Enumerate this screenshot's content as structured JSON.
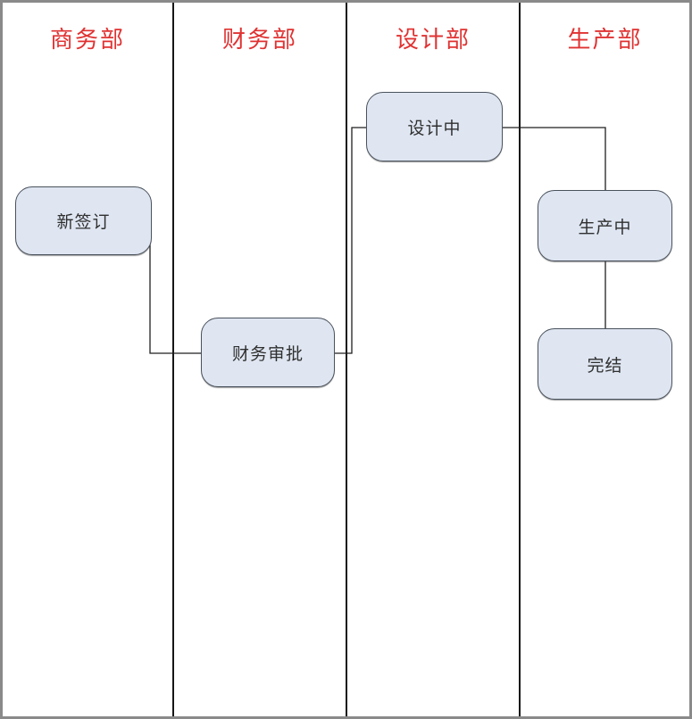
{
  "diagram": {
    "type": "swimlane-flowchart",
    "lanes": [
      {
        "label": "商务部"
      },
      {
        "label": "财务部"
      },
      {
        "label": "设计部"
      },
      {
        "label": "生产部"
      }
    ],
    "nodes": [
      {
        "id": "new-signed",
        "label": "新签订",
        "lane": "商务部"
      },
      {
        "id": "finance-approval",
        "label": "财务审批",
        "lane": "财务部"
      },
      {
        "id": "in-design",
        "label": "设计中",
        "lane": "设计部"
      },
      {
        "id": "in-production",
        "label": "生产中",
        "lane": "生产部"
      },
      {
        "id": "finished",
        "label": "完结",
        "lane": "生产部"
      }
    ],
    "connections": [
      {
        "from": "new-signed",
        "to": "finance-approval"
      },
      {
        "from": "finance-approval",
        "to": "in-design"
      },
      {
        "from": "in-design",
        "to": "in-production"
      },
      {
        "from": "in-production",
        "to": "finished"
      }
    ],
    "colors": {
      "lane_header_text": "#e03232",
      "lane_divider": "#161616",
      "outer_border": "#8a8a8a",
      "node_fill": "#dfe6f2",
      "node_border": "#49525c",
      "node_text": "#2f2f2f",
      "connector": "#1f1f1f",
      "background": "#ffffff"
    }
  }
}
